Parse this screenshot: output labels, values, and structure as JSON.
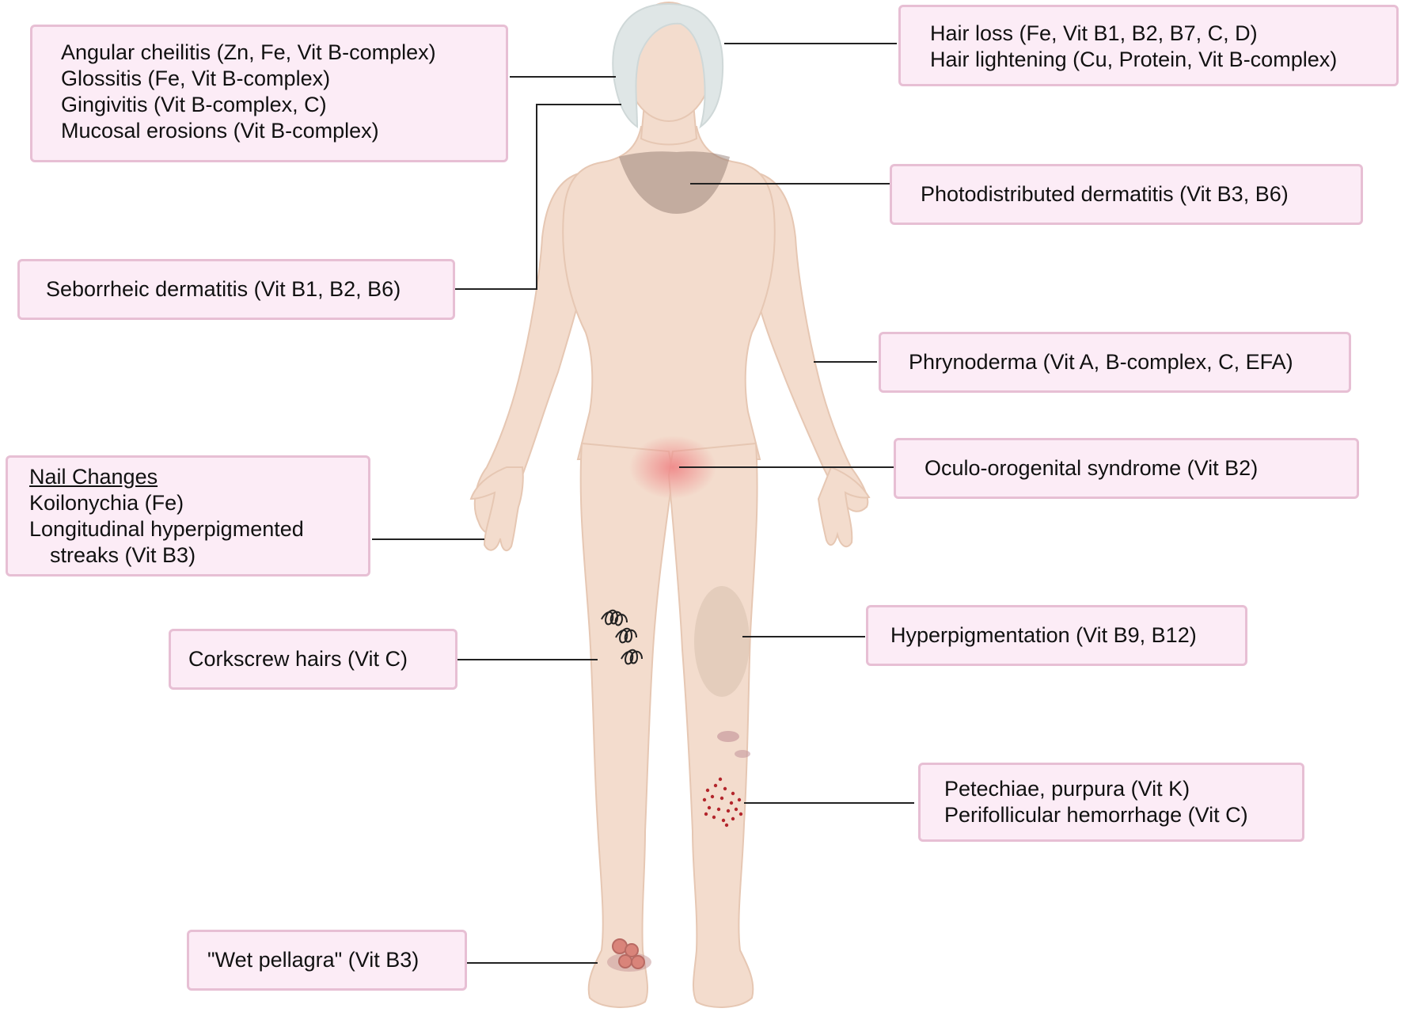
{
  "colors": {
    "box_fill": "#fcecf6",
    "box_border": "#e7bfd4",
    "skin": "#f3dccd",
    "hair": "#dfe6e6",
    "leader_line": "#222222",
    "petechiae": "#b3262c",
    "genital_erythema": "#ef8a8a"
  },
  "icons": {
    "body": "female-body-silhouette-icon",
    "corkscrew": "corkscrew-hair-icon",
    "petechiae": "petechiae-dots-icon",
    "wet_pellagra": "wet-pellagra-lesions-icon"
  },
  "labels": {
    "oral": {
      "lines": [
        "Angular cheilitis (Zn, Fe, Vit B-complex)",
        "Glossitis (Fe, Vit B-complex)",
        "Gingivitis  (Vit B-complex, C)",
        "Mucosal erosions (Vit B-complex)"
      ]
    },
    "hair": {
      "lines": [
        "Hair loss (Fe, Vit B1, B2, B7, C, D)",
        "Hair lightening (Cu, Protein, Vit B-complex)"
      ]
    },
    "photo": {
      "text": "Photodistributed dermatitis (Vit B3, B6)"
    },
    "seb": {
      "text": "Seborrheic dermatitis (Vit B1, B2, B6)"
    },
    "phryno": {
      "text": "Phrynoderma (Vit A, B-complex, C, EFA)"
    },
    "oculo": {
      "text": "Oculo-orogenital syndrome (Vit B2)"
    },
    "nail": {
      "heading": "Nail Changes",
      "lines": [
        "Koilonychia (Fe)",
        "Longitudinal hyperpigmented",
        "streaks (Vit B3)"
      ]
    },
    "hyper": {
      "text": "Hyperpigmentation (Vit B9, B12)"
    },
    "cork": {
      "text": "Corkscrew hairs (Vit C)"
    },
    "pete": {
      "lines": [
        "Petechiae, purpura (Vit K)",
        "Perifollicular hemorrhage (Vit C)"
      ]
    },
    "wet": {
      "text": "\"Wet pellagra\" (Vit B3)"
    }
  }
}
